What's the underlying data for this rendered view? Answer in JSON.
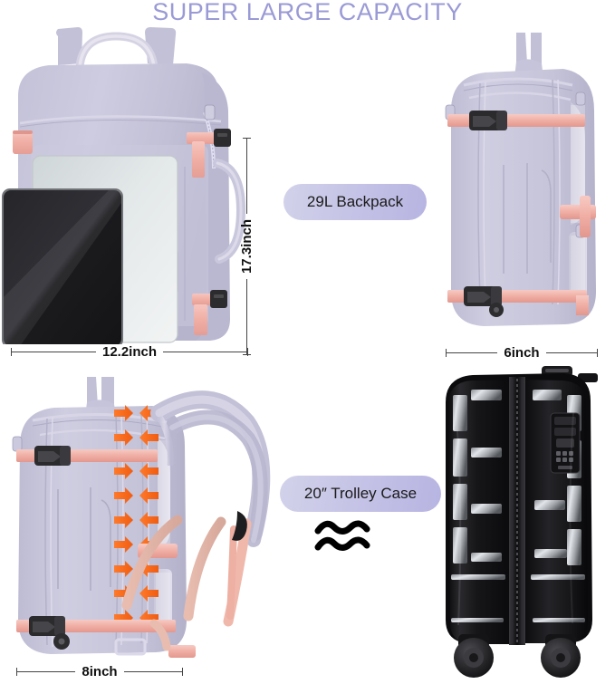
{
  "header": {
    "title": "SUPER LARGE CAPACITY",
    "title_color": "#9a9ad6"
  },
  "badges": {
    "backpack": "29L Backpack",
    "trolley": "20″  Trolley Case",
    "approx_symbol": "≈",
    "gradient_from": "#d2d2ea",
    "gradient_to": "#b7b4e2"
  },
  "dimensions": {
    "width_front": "12.2inch",
    "height_front": "17.3inch",
    "depth_side": "6inch",
    "depth_back": "8inch"
  },
  "products": {
    "backpack_front": {
      "name": "29L Backpack front view with laptop and tablet",
      "body_color": "#c9c7db",
      "strap_color": "#f2b6ae",
      "laptop_color": "#dfe2e4",
      "tablet_color": "#1b1b1d"
    },
    "backpack_side": {
      "name": "29L Backpack side view",
      "body_color": "#cbc9dd",
      "strap_color": "#f2b6ae",
      "buckle_color": "#2a2a2c"
    },
    "backpack_back": {
      "name": "29L Backpack back view with compression arrows",
      "body_color": "#cbc9dd",
      "strap_color": "#f2b6ae",
      "arrow_color": "#f2631a",
      "arrow_rows": 9,
      "arrow_label": "compression-arrow"
    },
    "trolley_case": {
      "name": "20 inch hardshell trolley case",
      "shell_color": "#111113",
      "highlight_color": "#b9bcc1",
      "lock_label": "TSA combination lock",
      "wheels": 2
    }
  }
}
